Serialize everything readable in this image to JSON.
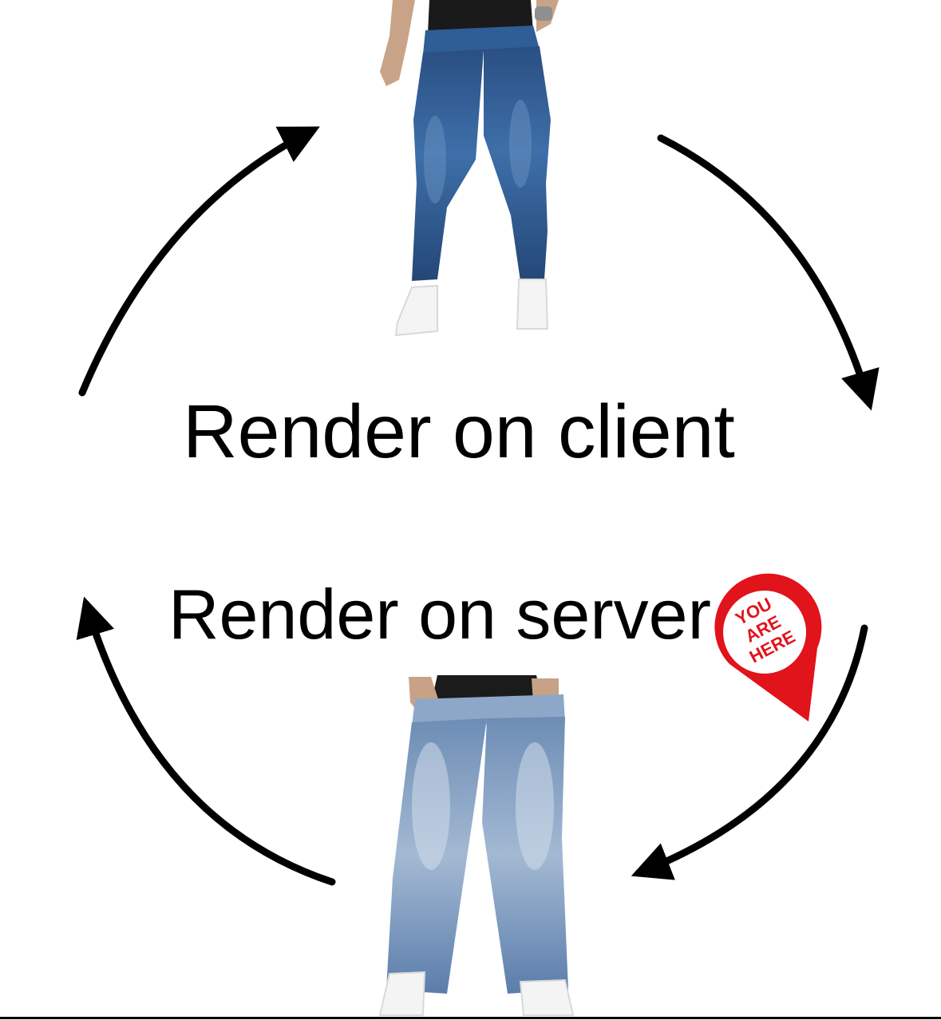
{
  "captions": {
    "top": "Render on client",
    "bottom": "Render on server"
  },
  "pin": {
    "lines": [
      "YOU",
      "ARE",
      "HERE"
    ],
    "color": "#e1131b"
  },
  "images": {
    "top": "skinny-jeans-figure",
    "bottom": "baggy-jeans-figure"
  },
  "colors": {
    "arrows": "#000000",
    "background": "#ffffff",
    "skinny_denim": "#2d5a92",
    "baggy_denim": "#8fa8c6"
  },
  "icons": [
    "cycle-arrow-icon",
    "location-pin-icon"
  ]
}
